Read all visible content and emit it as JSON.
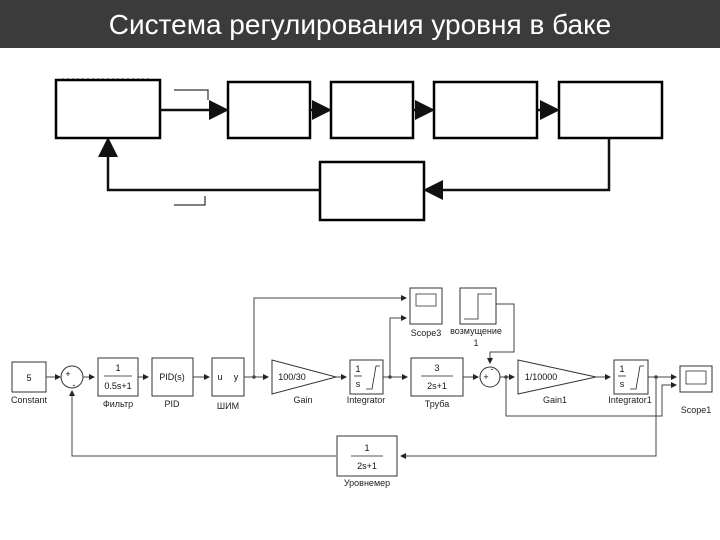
{
  "title": "Система регулирования уровня в баке",
  "simulink": {
    "constant": {
      "value": "5",
      "label": "Constant"
    },
    "sum1": {
      "plus": "+",
      "minus": "-"
    },
    "filter": {
      "num": "1",
      "den": "0.5s+1",
      "label": "Фильтр"
    },
    "pid": {
      "text": "PID(s)",
      "label": "PID"
    },
    "pwm": {
      "in": "u",
      "out": "y",
      "label": "ШИМ"
    },
    "gain": {
      "value": "100/30",
      "label": "Gain"
    },
    "integrator": {
      "num": "1",
      "den": "s",
      "label": "Integrator"
    },
    "pipe": {
      "num": "3",
      "den": "2s+1",
      "label": "Труба"
    },
    "sum2": {
      "plus": "+",
      "minus": "-"
    },
    "gain1": {
      "value": "1/10000",
      "label": "Gain1"
    },
    "integrator1": {
      "num": "1",
      "den": "s",
      "label": "Integrator1"
    },
    "scope1": {
      "label": "Scope1"
    },
    "scope3": {
      "label": "Scope3"
    },
    "disturbance": {
      "label_line1": "возмущение",
      "label_line2": "1"
    },
    "level_meter": {
      "num": "1",
      "den": "2s+1",
      "label": "Уровнемер"
    }
  }
}
